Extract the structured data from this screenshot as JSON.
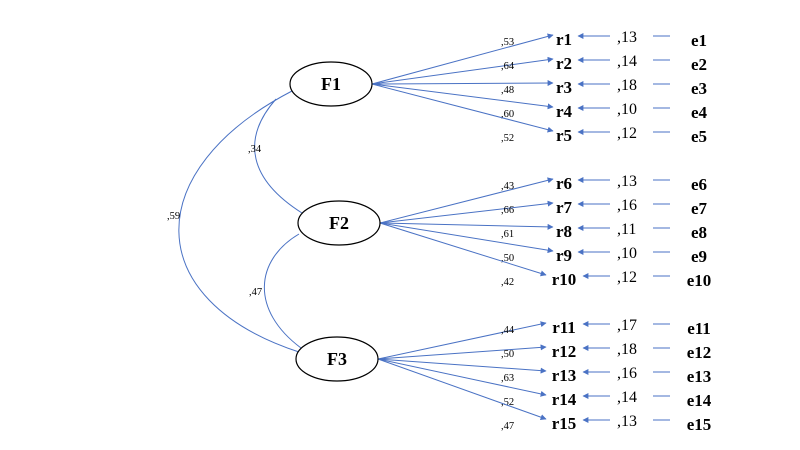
{
  "factors": [
    {
      "label": "F1"
    },
    {
      "label": "F2"
    },
    {
      "label": "F3"
    }
  ],
  "correlations": [
    {
      "between": [
        "F1",
        "F2"
      ],
      "value": ",34"
    },
    {
      "between": [
        "F2",
        "F3"
      ],
      "value": ",47"
    },
    {
      "between": [
        "F1",
        "F3"
      ],
      "value": ",59"
    }
  ],
  "indicators": [
    {
      "label": "r1",
      "factor": "F1",
      "loading": ",53",
      "error_variance": ",13",
      "error": "e1"
    },
    {
      "label": "r2",
      "factor": "F1",
      "loading": ",64",
      "error_variance": ",14",
      "error": "e2"
    },
    {
      "label": "r3",
      "factor": "F1",
      "loading": ",48",
      "error_variance": ",18",
      "error": "e3"
    },
    {
      "label": "r4",
      "factor": "F1",
      "loading": ",60",
      "error_variance": ",10",
      "error": "e4"
    },
    {
      "label": "r5",
      "factor": "F1",
      "loading": ",52",
      "error_variance": ",12",
      "error": "e5"
    },
    {
      "label": "r6",
      "factor": "F2",
      "loading": ",43",
      "error_variance": ",13",
      "error": "e6"
    },
    {
      "label": "r7",
      "factor": "F2",
      "loading": ",66",
      "error_variance": ",16",
      "error": "e7"
    },
    {
      "label": "r8",
      "factor": "F2",
      "loading": ",61",
      "error_variance": ",11",
      "error": "e8"
    },
    {
      "label": "r9",
      "factor": "F2",
      "loading": ",50",
      "error_variance": ",10",
      "error": "e9"
    },
    {
      "label": "r10",
      "factor": "F2",
      "loading": ",42",
      "error_variance": ",12",
      "error": "e10"
    },
    {
      "label": "r11",
      "factor": "F3",
      "loading": ",44",
      "error_variance": ",17",
      "error": "e11"
    },
    {
      "label": "r12",
      "factor": "F3",
      "loading": ",50",
      "error_variance": ",18",
      "error": "e12"
    },
    {
      "label": "r13",
      "factor": "F3",
      "loading": ",63",
      "error_variance": ",16",
      "error": "e13"
    },
    {
      "label": "r14",
      "factor": "F3",
      "loading": ",52",
      "error_variance": ",14",
      "error": "e14"
    },
    {
      "label": "r15",
      "factor": "F3",
      "loading": ",47",
      "error_variance": ",13",
      "error": "e15"
    }
  ],
  "colors": {
    "path": "#4a72c4",
    "text": "#000000"
  }
}
